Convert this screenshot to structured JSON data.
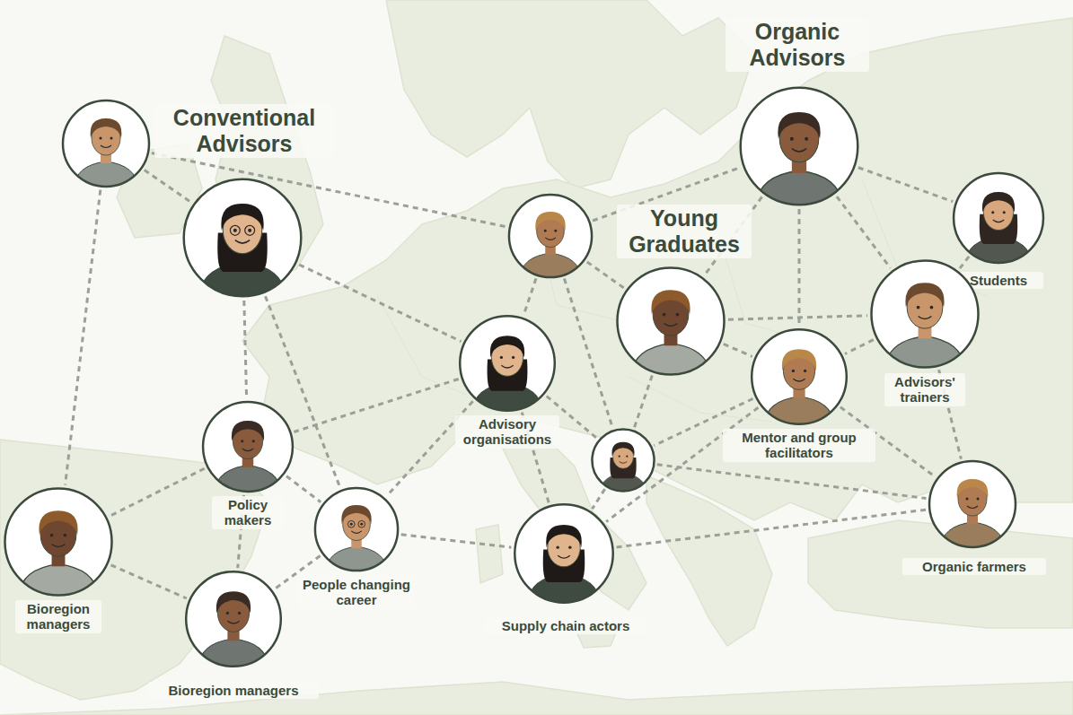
{
  "diagram": {
    "nodes": [
      {
        "text": []
      },
      {
        "text": [
          "Conventional Advisors"
        ]
      },
      {
        "text": []
      },
      {
        "text": [
          "Organic Advisors"
        ]
      },
      {
        "text": [
          "Students"
        ]
      },
      {
        "text": [
          "Young Graduates"
        ]
      },
      {
        "text": [
          "Advisors' trainers"
        ]
      },
      {
        "text": [
          "Advisory organisations"
        ]
      },
      {
        "text": [
          "Mentor and group facilitators"
        ]
      },
      {
        "text": [
          "Policy makers"
        ]
      },
      {
        "text": []
      },
      {
        "text": [
          "Bioregion managers"
        ]
      },
      {
        "text": [
          "People changing career"
        ]
      },
      {
        "text": [
          "Supply chain actors"
        ]
      },
      {
        "text": [
          "Organic farmers"
        ]
      },
      {
        "text": [
          "Bioregion managers"
        ]
      }
    ],
    "edges": [
      {
        "from": 0,
        "to": 1,
        "arrow": "none"
      },
      {
        "from": 0,
        "to": 2,
        "arrow": "none"
      },
      {
        "from": 0,
        "to": 11,
        "arrow": "none"
      },
      {
        "from": 1,
        "to": 9,
        "arrow": "none"
      },
      {
        "from": 1,
        "to": 12,
        "arrow": "none"
      },
      {
        "from": 1,
        "to": 7,
        "arrow": "none"
      },
      {
        "from": 2,
        "to": 3,
        "arrow": "none"
      },
      {
        "from": 2,
        "to": 5,
        "arrow": "none"
      },
      {
        "from": 2,
        "to": 7,
        "arrow": "none"
      },
      {
        "from": 2,
        "to": 10,
        "arrow": "none"
      },
      {
        "from": 3,
        "to": 4,
        "arrow": "none"
      },
      {
        "from": 3,
        "to": 5,
        "arrow": "none"
      },
      {
        "from": 3,
        "to": 6,
        "arrow": "none"
      },
      {
        "from": 3,
        "to": 8,
        "arrow": "none"
      },
      {
        "from": 4,
        "to": 6,
        "arrow": "none"
      },
      {
        "from": 5,
        "to": 6,
        "arrow": "none"
      },
      {
        "from": 5,
        "to": 8,
        "arrow": "none"
      },
      {
        "from": 5,
        "to": 10,
        "arrow": "none"
      },
      {
        "from": 6,
        "to": 8,
        "arrow": "none"
      },
      {
        "from": 6,
        "to": 14,
        "arrow": "none"
      },
      {
        "from": 7,
        "to": 9,
        "arrow": "none"
      },
      {
        "from": 7,
        "to": 12,
        "arrow": "none"
      },
      {
        "from": 7,
        "to": 10,
        "arrow": "none"
      },
      {
        "from": 7,
        "to": 13,
        "arrow": "none"
      },
      {
        "from": 8,
        "to": 10,
        "arrow": "none"
      },
      {
        "from": 8,
        "to": 13,
        "arrow": "none"
      },
      {
        "from": 8,
        "to": 14,
        "arrow": "none"
      },
      {
        "from": 9,
        "to": 11,
        "arrow": "none"
      },
      {
        "from": 9,
        "to": 12,
        "arrow": "none"
      },
      {
        "from": 9,
        "to": 15,
        "arrow": "none"
      },
      {
        "from": 10,
        "to": 14,
        "arrow": "none"
      },
      {
        "from": 10,
        "to": 13,
        "arrow": "none"
      },
      {
        "from": 11,
        "to": 15,
        "arrow": "none"
      },
      {
        "from": 12,
        "to": 15,
        "arrow": "none"
      },
      {
        "from": 12,
        "to": 13,
        "arrow": "none"
      },
      {
        "from": 13,
        "to": 14,
        "arrow": "none"
      }
    ]
  }
}
